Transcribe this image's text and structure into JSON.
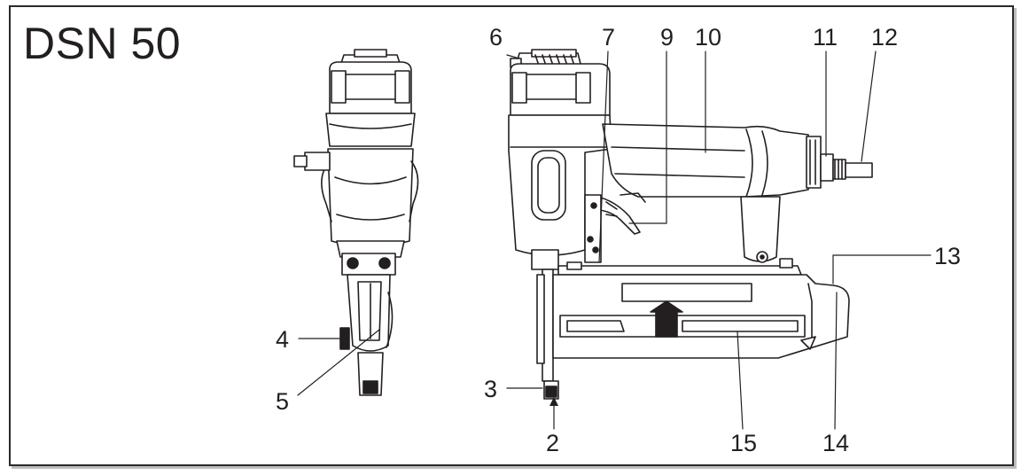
{
  "title": "DSN 50",
  "callouts": {
    "c2": "2",
    "c3": "3",
    "c4": "4",
    "c5": "5",
    "c6": "6",
    "c7": "7",
    "c9": "9",
    "c10": "10",
    "c11": "11",
    "c12": "12",
    "c13": "13",
    "c14": "14",
    "c15": "15"
  },
  "colors": {
    "line": "#231f20",
    "fill": "#ffffff",
    "dark": "#231f20"
  }
}
